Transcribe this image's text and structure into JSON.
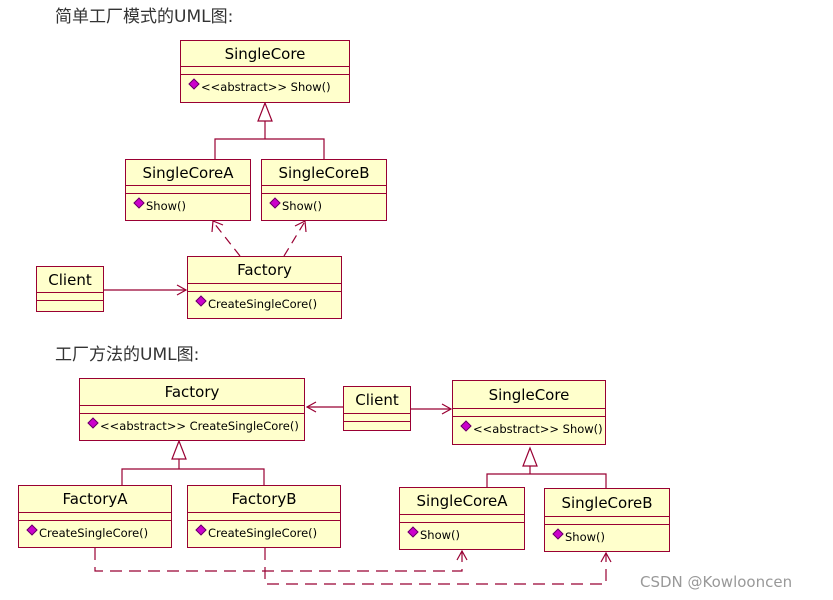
{
  "headings": {
    "simple_factory": "简单工厂模式的UML图:",
    "factory_method": "工厂方法的UML图:"
  },
  "simple": {
    "singlecore": {
      "name": "SingleCore",
      "op": "<<abstract>> Show()"
    },
    "singlecore_a": {
      "name": "SingleCoreA",
      "op": "Show()"
    },
    "singlecore_b": {
      "name": "SingleCoreB",
      "op": "Show()"
    },
    "client": {
      "name": "Client"
    },
    "factory": {
      "name": "Factory",
      "op": "CreateSingleCore()"
    }
  },
  "method": {
    "factory": {
      "name": "Factory",
      "op": "<<abstract>> CreateSingleCore()"
    },
    "client": {
      "name": "Client"
    },
    "singlecore": {
      "name": "SingleCore",
      "op": "<<abstract>> Show()"
    },
    "factory_a": {
      "name": "FactoryA",
      "op": "CreateSingleCore()"
    },
    "factory_b": {
      "name": "FactoryB",
      "op": "CreateSingleCore()"
    },
    "singlecore_a": {
      "name": "SingleCoreA",
      "op": "Show()"
    },
    "singlecore_b": {
      "name": "SingleCoreB",
      "op": "Show()"
    }
  },
  "watermark": "CSDN @Kowlooncen",
  "colors": {
    "box_fill": "#ffffcc",
    "box_border": "#990033",
    "line": "#990033",
    "method_icon": "#cc00cc"
  }
}
